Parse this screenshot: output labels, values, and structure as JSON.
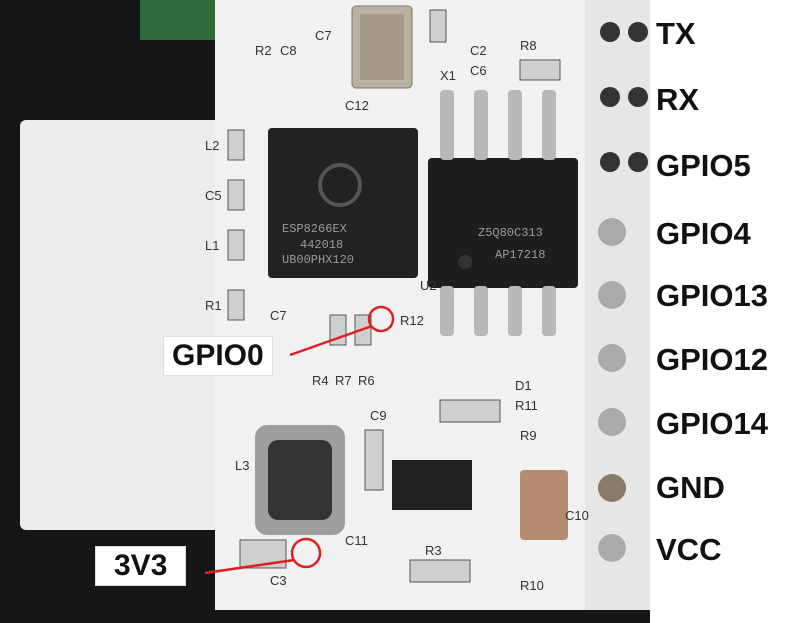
{
  "pins": [
    "TX",
    "RX",
    "GPIO5",
    "GPIO4",
    "GPIO13",
    "GPIO12",
    "GPIO14",
    "GND",
    "VCC"
  ],
  "callouts": {
    "gpio0": "GPIO0",
    "v33": "3V3"
  },
  "mcu": {
    "line1": "ESP8266EX",
    "line2": "442018",
    "line3": "UB00PHX120"
  },
  "flash": {
    "line1": "Z5Q80C313",
    "line2": "AP17218"
  },
  "silkscreen": [
    "R2",
    "C8",
    "C7",
    "C2",
    "C6",
    "R8",
    "X1",
    "C12",
    "L2",
    "C5",
    "L1",
    "R1",
    "C7",
    "U2",
    "R12",
    "R4",
    "R7",
    "R6",
    "D1",
    "R11",
    "C9",
    "L3",
    "R9",
    "C10",
    "C3",
    "R3",
    "R10",
    "C11"
  ],
  "colors": {
    "annotation": "#e02020",
    "board": "#f2f2f2",
    "background": "#1a1a1a"
  }
}
